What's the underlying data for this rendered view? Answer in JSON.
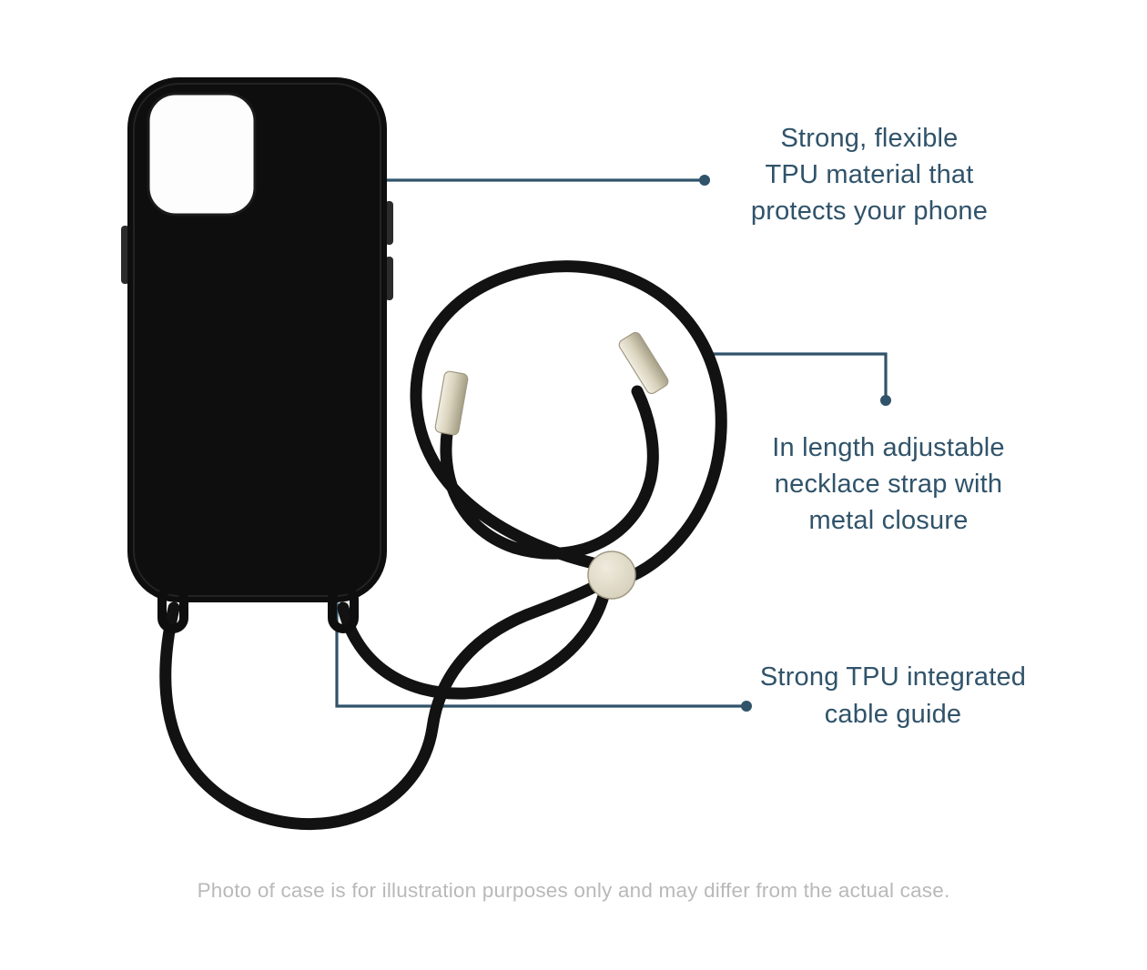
{
  "callouts": [
    {
      "text": "Strong, flexible\nTPU material that\nprotects your phone"
    },
    {
      "text": "In length adjustable\nnecklace strap with\nmetal closure"
    },
    {
      "text": "Strong TPU integrated\ncable guide"
    }
  ],
  "footer": {
    "text": "Photo of case is for illustration purposes only and may differ from the actual case."
  },
  "colors": {
    "accent": "#30536a",
    "case": "#0e0e0e",
    "case_bevel": "#232323",
    "cord": "#121212",
    "metal": "#ddd7c3",
    "metal_edge": "#9f9882",
    "background": "#ffffff",
    "footer_text": "#b9b9b9"
  }
}
